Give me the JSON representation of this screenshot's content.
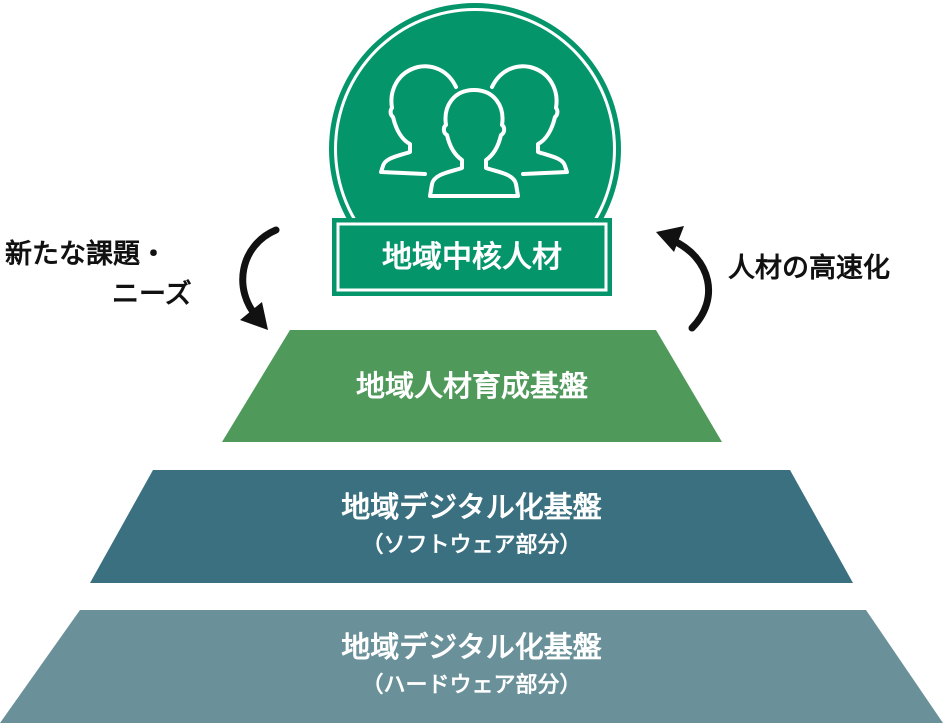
{
  "top": {
    "label": "地域中核人材",
    "icon": "people-group-icon"
  },
  "left_arrow": {
    "label_line1": "新たな課題・",
    "label_line2": "ニーズ"
  },
  "right_arrow": {
    "label": "人材の高速化"
  },
  "layers": [
    {
      "title": "地域人材育成基盤",
      "subtitle": null
    },
    {
      "title": "地域デジタル化基盤",
      "subtitle": "（ソフトウェア部分）"
    },
    {
      "title": "地域デジタル化基盤",
      "subtitle": "（ハードウェア部分）"
    }
  ],
  "colors": {
    "core": "#05956a",
    "layer1": "#4f9a5a",
    "layer2": "#3a7080",
    "layer3": "#6a909a"
  }
}
